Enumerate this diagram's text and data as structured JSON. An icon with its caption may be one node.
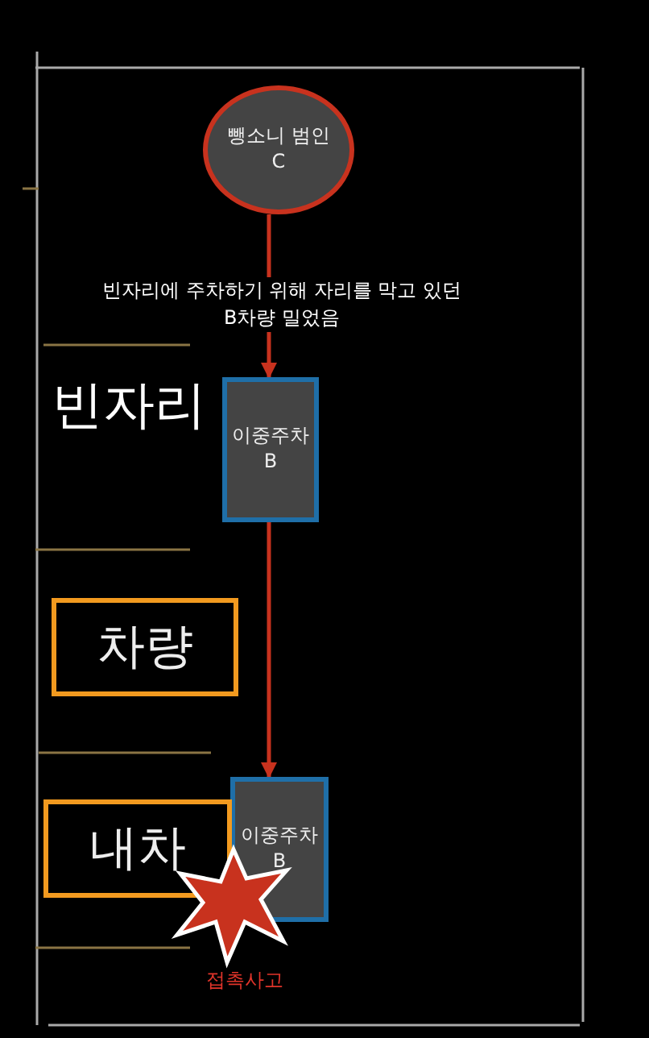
{
  "diagram": {
    "nodes": [
      {
        "text": [
          "뺑소니 범인",
          "C"
        ]
      },
      {
        "text": [
          "이중주차",
          "B"
        ]
      },
      {
        "text": [
          "이중주차",
          "B"
        ]
      },
      {
        "text": [
          "차량"
        ]
      },
      {
        "text": [
          "내차"
        ]
      }
    ],
    "edges": [
      {
        "from": 0,
        "to": 1,
        "arrow": "to",
        "label": "빈자리에 주차하기 위해 자리를 막고 있던 B차량 밀었음"
      },
      {
        "from": 1,
        "to": 2,
        "arrow": "to"
      }
    ],
    "labels": [
      "빈자리",
      "접촉사고"
    ]
  }
}
